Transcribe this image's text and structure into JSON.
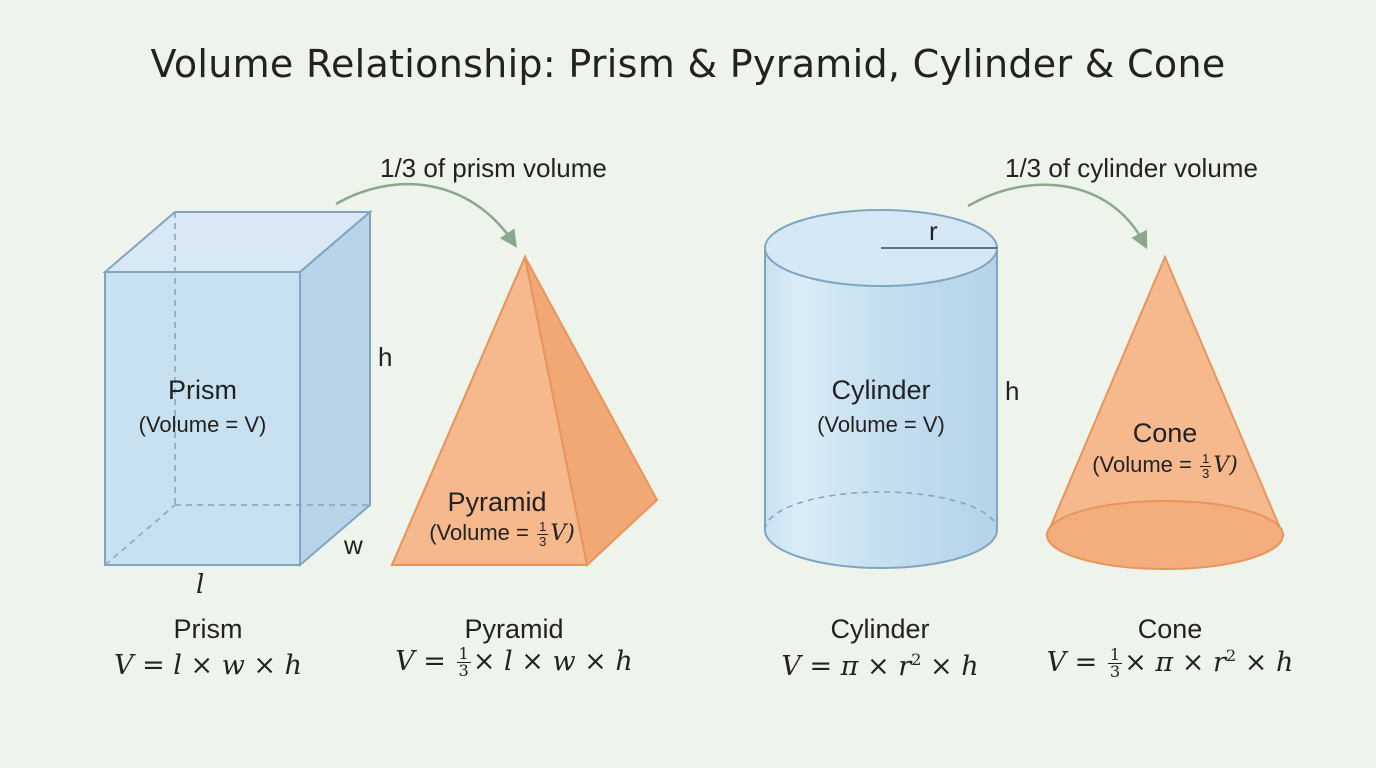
{
  "title": "Volume Relationship: Prism & Pyramid, Cylinder & Cone",
  "colors": {
    "prism_fill": "#c5dff0",
    "prism_stroke": "#7fa6c1",
    "pyramid_fill": "#f6b98e",
    "pyramid_stroke": "#e8955c",
    "arrow": "#8aa98c",
    "background": "#eef3ec"
  },
  "arrows": {
    "left_label": "1/3 of prism volume",
    "right_label": "1/3 of cylinder volume"
  },
  "prism": {
    "name": "Prism",
    "volume_label": "(Volume = V)",
    "dim_h": "h",
    "dim_w": "w",
    "dim_l": "l"
  },
  "pyramid": {
    "name": "Pyramid",
    "volume_prefix": "(Volume =",
    "frac_num": "1",
    "frac_den": "3",
    "volume_suffix": "V)"
  },
  "cylinder": {
    "name": "Cylinder",
    "volume_label": "(Volume = V)",
    "dim_r": "r",
    "dim_h": "h"
  },
  "cone": {
    "name": "Cone",
    "volume_prefix": "(Volume =",
    "frac_num": "1",
    "frac_den": "3",
    "volume_suffix": "V)"
  },
  "captions": {
    "prism": {
      "name": "Prism",
      "formula": "V = l × w × h"
    },
    "pyramid": {
      "name": "Pyramid",
      "formula_prefix": "V =",
      "frac_num": "1",
      "frac_den": "3",
      "formula_suffix": "× l × w × h"
    },
    "cylinder": {
      "name": "Cylinder",
      "formula_prefix": "V = π × r",
      "sup": "2",
      "formula_suffix": "× h"
    },
    "cone": {
      "name": "Cone",
      "formula_prefix": "V =",
      "frac_num": "1",
      "frac_den": "3",
      "formula_mid": "× π × r",
      "sup": "2",
      "formula_suffix": "× h"
    }
  }
}
